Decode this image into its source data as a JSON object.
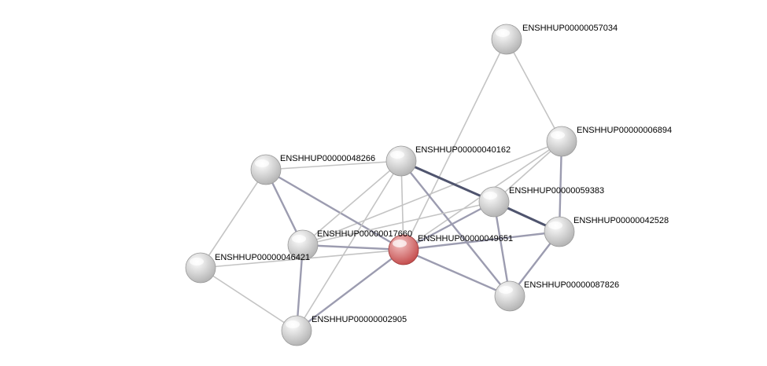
{
  "network": {
    "colors": {
      "node_gray_light": "#ffffff",
      "node_gray_dark": "#b0b0b0",
      "node_focus_light": "#f4c4c4",
      "node_focus_dark": "#c24848",
      "edge_light": "#c4c4c4",
      "edge_medium": "#9c9cb0",
      "edge_strong": "#4f546e"
    },
    "nodes": [
      {
        "id": "n57034",
        "label": "ENSHHUP00000057034",
        "focus": false
      },
      {
        "id": "n06894",
        "label": "ENSHHUP00000006894",
        "focus": false
      },
      {
        "id": "n48266",
        "label": "ENSHHUP00000048266",
        "focus": false
      },
      {
        "id": "n40162",
        "label": "ENSHHUP00000040162",
        "focus": false
      },
      {
        "id": "n59383",
        "label": "ENSHHUP00000059383",
        "focus": false
      },
      {
        "id": "n42528",
        "label": "ENSHHUP00000042528",
        "focus": false
      },
      {
        "id": "n17660",
        "label": "ENSHHUP00000017660",
        "focus": false
      },
      {
        "id": "n49651",
        "label": "ENSHHUP00000049651",
        "focus": true
      },
      {
        "id": "n46421",
        "label": "ENSHHUP00000046421",
        "focus": false
      },
      {
        "id": "n87826",
        "label": "ENSHHUP00000087826",
        "focus": false
      },
      {
        "id": "n02905",
        "label": "ENSHHUP00000002905",
        "focus": false
      },
      {
        "id": "nA",
        "label": "",
        "focus": false
      }
    ],
    "edges": [
      {
        "from": "n57034",
        "to": "n06894",
        "strength": "light"
      },
      {
        "from": "n57034",
        "to": "n49651",
        "strength": "light"
      },
      {
        "from": "n06894",
        "to": "n59383",
        "strength": "light"
      },
      {
        "from": "n06894",
        "to": "n42528",
        "strength": "medium"
      },
      {
        "from": "n06894",
        "to": "n46421",
        "strength": "light"
      },
      {
        "from": "n06894",
        "to": "n49651",
        "strength": "light"
      },
      {
        "from": "n48266",
        "to": "n40162",
        "strength": "light"
      },
      {
        "from": "n48266",
        "to": "n46421",
        "strength": "medium"
      },
      {
        "from": "n48266",
        "to": "n49651",
        "strength": "medium"
      },
      {
        "from": "n48266",
        "to": "nA",
        "strength": "light"
      },
      {
        "from": "n40162",
        "to": "n59383",
        "strength": "strong"
      },
      {
        "from": "n40162",
        "to": "n49651",
        "strength": "light"
      },
      {
        "from": "n40162",
        "to": "n46421",
        "strength": "light"
      },
      {
        "from": "n40162",
        "to": "n87826",
        "strength": "medium"
      },
      {
        "from": "n40162",
        "to": "n02905",
        "strength": "light"
      },
      {
        "from": "n59383",
        "to": "n42528",
        "strength": "strong"
      },
      {
        "from": "n59383",
        "to": "n49651",
        "strength": "medium"
      },
      {
        "from": "n59383",
        "to": "n87826",
        "strength": "medium"
      },
      {
        "from": "n59383",
        "to": "n46421",
        "strength": "light"
      },
      {
        "from": "n42528",
        "to": "n49651",
        "strength": "medium"
      },
      {
        "from": "n42528",
        "to": "n87826",
        "strength": "medium"
      },
      {
        "from": "n49651",
        "to": "n46421",
        "strength": "medium"
      },
      {
        "from": "n49651",
        "to": "nA",
        "strength": "light"
      },
      {
        "from": "n49651",
        "to": "n02905",
        "strength": "medium"
      },
      {
        "from": "n49651",
        "to": "n87826",
        "strength": "medium"
      },
      {
        "from": "n46421",
        "to": "n02905",
        "strength": "medium"
      },
      {
        "from": "nA",
        "to": "n02905",
        "strength": "light"
      }
    ]
  }
}
